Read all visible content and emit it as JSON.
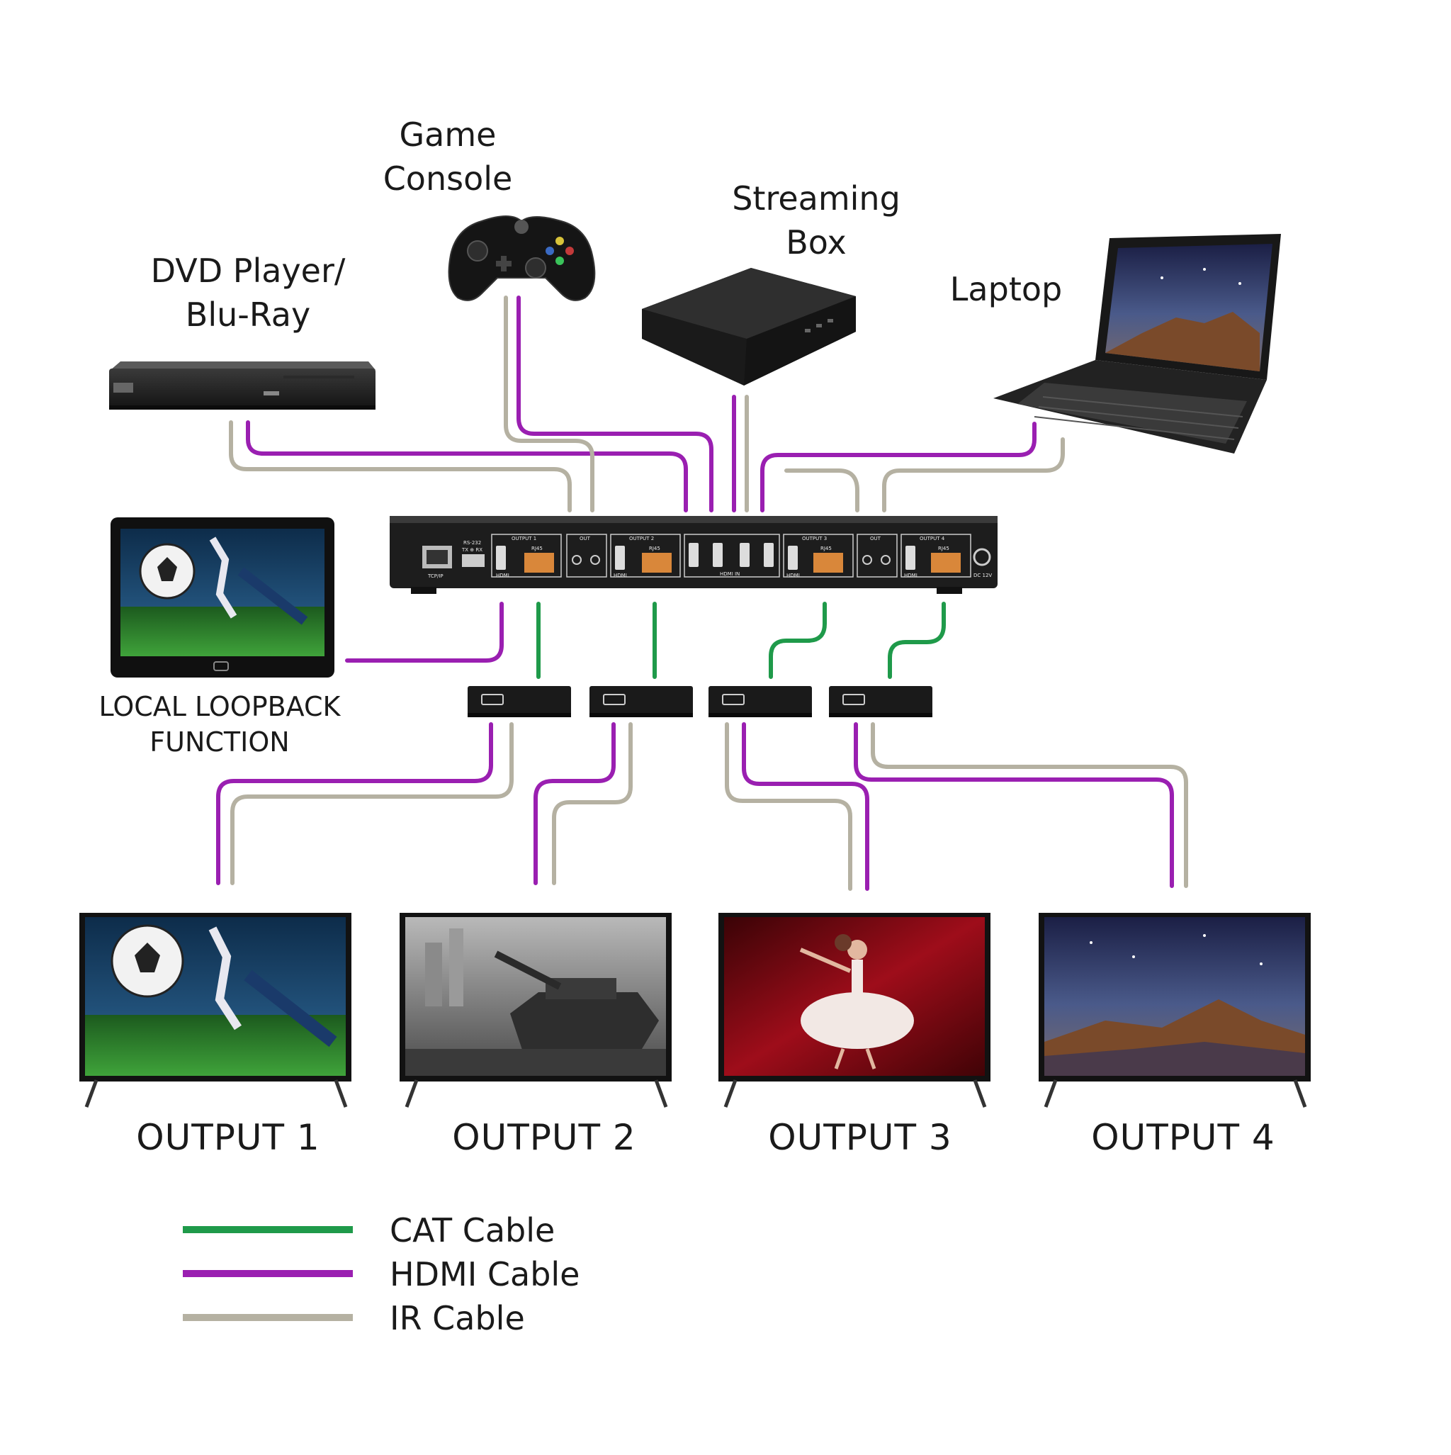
{
  "colors": {
    "cat": "#1f9a4a",
    "hdmi": "#9a1fb1",
    "ir": "#b5b1a2",
    "device": "#1c1c1c",
    "port": "#d9873a"
  },
  "sources": {
    "dvd_line1": "DVD Player/",
    "dvd_line2": "Blu-Ray",
    "console_line1": "Game",
    "console_line2": "Console",
    "streaming_line1": "Streaming",
    "streaming_line2": "Box",
    "laptop": "Laptop"
  },
  "loopback": {
    "line1": "LOCAL LOOPBACK",
    "line2": "FUNCTION"
  },
  "matrix": {
    "tcpip": "TCP/IP",
    "rs232": "RS-232",
    "txrx": "TX ⊕ RX",
    "output1": "OUTPUT 1",
    "out_a": "OUT",
    "output2": "OUTPUT 2",
    "output3": "OUTPUT 3",
    "out_b": "OUT",
    "output4": "OUTPUT 4",
    "hdmi_in": "HDMI IN",
    "rj45": "RJ45",
    "hdmi": "HDMI",
    "dc": "DC 12V"
  },
  "outputs": [
    {
      "label": "OUTPUT 1"
    },
    {
      "label": "OUTPUT 2"
    },
    {
      "label": "OUTPUT 3"
    },
    {
      "label": "OUTPUT 4"
    }
  ],
  "legend": [
    {
      "label": "CAT Cable",
      "color": "#1f9a4a"
    },
    {
      "label": "HDMI Cable",
      "color": "#9a1fb1"
    },
    {
      "label": "IR Cable",
      "color": "#b5b1a2"
    }
  ]
}
